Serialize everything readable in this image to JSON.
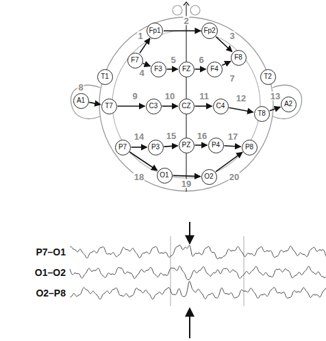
{
  "diagram": {
    "nodes": [
      {
        "text": [
          "Fp1"
        ]
      },
      {
        "text": [
          "Fp2"
        ]
      },
      {
        "text": [
          "F7"
        ]
      },
      {
        "text": [
          "F3"
        ]
      },
      {
        "text": [
          "FZ"
        ]
      },
      {
        "text": [
          "F4"
        ]
      },
      {
        "text": [
          "F8"
        ]
      },
      {
        "text": [
          "T1"
        ]
      },
      {
        "text": [
          "T2"
        ]
      },
      {
        "text": [
          "A1"
        ]
      },
      {
        "text": [
          "T7"
        ]
      },
      {
        "text": [
          "C3"
        ]
      },
      {
        "text": [
          "CZ"
        ]
      },
      {
        "text": [
          "C4"
        ]
      },
      {
        "text": [
          "T8"
        ]
      },
      {
        "text": [
          "A2"
        ]
      },
      {
        "text": [
          "P7"
        ]
      },
      {
        "text": [
          "P3"
        ]
      },
      {
        "text": [
          "PZ"
        ]
      },
      {
        "text": [
          "P4"
        ]
      },
      {
        "text": [
          "P8"
        ]
      },
      {
        "text": [
          "O1"
        ]
      },
      {
        "text": [
          "O2"
        ]
      }
    ],
    "edges": [
      {
        "from": 2,
        "to": 0,
        "arrow": "to",
        "label": "1"
      },
      {
        "from": 0,
        "to": 1,
        "arrow": "to",
        "label": "2"
      },
      {
        "from": 1,
        "to": 6,
        "arrow": "to",
        "label": "3"
      },
      {
        "from": 2,
        "to": 3,
        "arrow": "to",
        "label": "4"
      },
      {
        "from": 3,
        "to": 4,
        "arrow": "to",
        "label": "5"
      },
      {
        "from": 4,
        "to": 5,
        "arrow": "to",
        "label": "6"
      },
      {
        "from": 5,
        "to": 6,
        "arrow": "to",
        "label": "7"
      },
      {
        "from": 9,
        "to": 10,
        "arrow": "to",
        "label": "8"
      },
      {
        "from": 10,
        "to": 11,
        "arrow": "to",
        "label": "9"
      },
      {
        "from": 11,
        "to": 12,
        "arrow": "to",
        "label": "10"
      },
      {
        "from": 12,
        "to": 13,
        "arrow": "to",
        "label": "11"
      },
      {
        "from": 13,
        "to": 14,
        "arrow": "to",
        "label": "12"
      },
      {
        "from": 14,
        "to": 15,
        "arrow": "to",
        "label": "13"
      },
      {
        "from": 16,
        "to": 17,
        "arrow": "to",
        "label": "14"
      },
      {
        "from": 17,
        "to": 18,
        "arrow": "to",
        "label": "15"
      },
      {
        "from": 18,
        "to": 19,
        "arrow": "to",
        "label": "16"
      },
      {
        "from": 19,
        "to": 20,
        "arrow": "to",
        "label": "17"
      },
      {
        "from": 16,
        "to": 21,
        "arrow": "to",
        "label": "18"
      },
      {
        "from": 21,
        "to": 22,
        "arrow": "to",
        "label": "19"
      },
      {
        "from": 22,
        "to": 20,
        "arrow": "to",
        "label": "20"
      }
    ],
    "labels": [
      "P7–O1",
      "O1–O2",
      "O2–P8"
    ]
  }
}
